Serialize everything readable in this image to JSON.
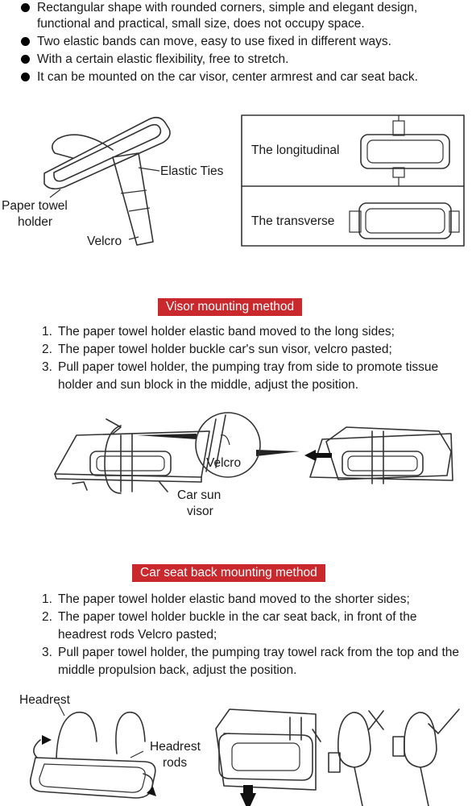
{
  "features": [
    {
      "text": "Rectangular shape with rounded corners, simple and elegant design, functional and practical, small size, does not occupy space."
    },
    {
      "text": "Two elastic bands can move, easy to use fixed in different ways."
    },
    {
      "text": "With a certain elastic flexibility, free to stretch."
    },
    {
      "text": "It can be mounted on the car visor, center armrest and car seat back."
    }
  ],
  "parts_diagram": {
    "elastic_ties": "Elastic Ties",
    "paper_towel_holder_line1": "Paper towel",
    "paper_towel_holder_line2": "holder",
    "velcro": "Velcro"
  },
  "orientation_box": {
    "longitudinal": "The longitudinal",
    "transverse": "The transverse"
  },
  "visor": {
    "title": "Visor mounting method",
    "steps": [
      {
        "num": "1.",
        "text": "The paper towel holder elastic band moved to the long sides;"
      },
      {
        "num": "2.",
        "text": "The paper towel holder buckle car's sun visor, velcro pasted;"
      },
      {
        "num": "3.",
        "text": "Pull paper towel holder, the pumping tray from side to promote tissue holder and sun block in the middle, adjust the position."
      }
    ],
    "velcro_label": "Velcro",
    "sun_visor_line1": "Car sun",
    "sun_visor_line2": "visor"
  },
  "seat_back": {
    "title": "Car seat back mounting method",
    "steps": [
      {
        "num": "1.",
        "text": "The paper towel holder elastic band moved to the shorter sides;"
      },
      {
        "num": "2.",
        "text": "The paper towel holder buckle in the car seat back, in front of the headrest rods Velcro pasted;"
      },
      {
        "num": "3.",
        "text": "Pull paper towel holder, the pumping tray towel rack from the top and the middle propulsion back, adjust the position."
      }
    ],
    "headrest": "Headrest",
    "headrest_rods_line1": "Headrest",
    "headrest_rods_line2": "rods"
  }
}
